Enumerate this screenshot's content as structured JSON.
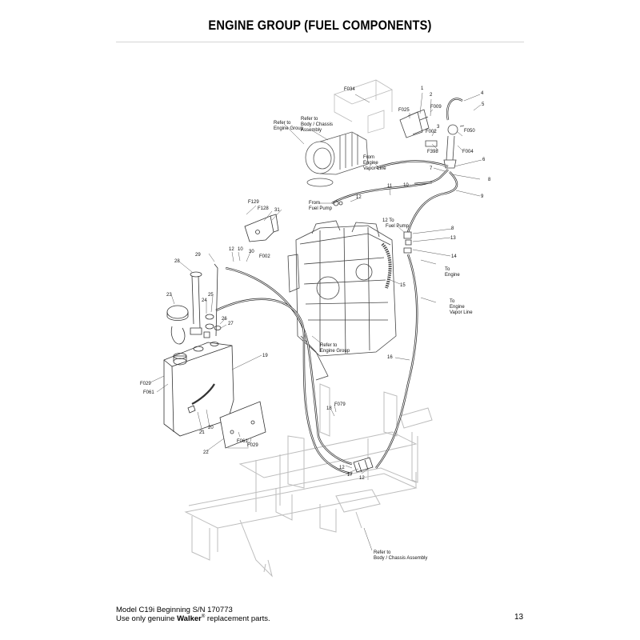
{
  "header": {
    "title": "ENGINE GROUP (FUEL COMPONENTS)"
  },
  "callouts": [
    {
      "id": "c-F034",
      "text": "F034"
    },
    {
      "id": "c-1",
      "text": "1"
    },
    {
      "id": "c-2",
      "text": "2"
    },
    {
      "id": "c-4",
      "text": "4"
    },
    {
      "id": "c-5",
      "text": "5"
    },
    {
      "id": "c-F025",
      "text": "F025"
    },
    {
      "id": "c-F009",
      "text": "F009"
    },
    {
      "id": "c-F002a",
      "text": "F002"
    },
    {
      "id": "c-3",
      "text": "3"
    },
    {
      "id": "c-F050",
      "text": "F050"
    },
    {
      "id": "c-F004",
      "text": "F004"
    },
    {
      "id": "c-F398",
      "text": "F398"
    },
    {
      "id": "c-6",
      "text": "6"
    },
    {
      "id": "c-7",
      "text": "7"
    },
    {
      "id": "c-8a",
      "text": "8"
    },
    {
      "id": "c-10a",
      "text": "10"
    },
    {
      "id": "c-11",
      "text": "11"
    },
    {
      "id": "c-9",
      "text": "9"
    },
    {
      "id": "c-12a",
      "text": "12"
    },
    {
      "id": "c-F129",
      "text": "F129"
    },
    {
      "id": "c-F128",
      "text": "F128"
    },
    {
      "id": "c-31",
      "text": "31"
    },
    {
      "id": "c-12b",
      "text": "12"
    },
    {
      "id": "c-10b",
      "text": "10"
    },
    {
      "id": "c-30",
      "text": "30"
    },
    {
      "id": "c-F002b",
      "text": "F002"
    },
    {
      "id": "c-29",
      "text": "29"
    },
    {
      "id": "c-28",
      "text": "28"
    },
    {
      "id": "c-8b",
      "text": "8"
    },
    {
      "id": "c-13",
      "text": "13"
    },
    {
      "id": "c-14",
      "text": "14"
    },
    {
      "id": "c-15",
      "text": "15"
    },
    {
      "id": "c-23",
      "text": "23"
    },
    {
      "id": "c-25",
      "text": "25"
    },
    {
      "id": "c-24",
      "text": "24"
    },
    {
      "id": "c-26",
      "text": "26"
    },
    {
      "id": "c-27",
      "text": "27"
    },
    {
      "id": "c-19",
      "text": "19"
    },
    {
      "id": "c-16",
      "text": "16"
    },
    {
      "id": "c-F029a",
      "text": "F029"
    },
    {
      "id": "c-F061a",
      "text": "F061"
    },
    {
      "id": "c-F079",
      "text": "F079"
    },
    {
      "id": "c-18",
      "text": "18"
    },
    {
      "id": "c-21",
      "text": "21"
    },
    {
      "id": "c-20",
      "text": "20"
    },
    {
      "id": "c-F061b",
      "text": "F061"
    },
    {
      "id": "c-F029b",
      "text": "F029"
    },
    {
      "id": "c-22",
      "text": "22"
    },
    {
      "id": "c-12c",
      "text": "12"
    },
    {
      "id": "c-17",
      "text": "17"
    },
    {
      "id": "c-12d",
      "text": "12"
    }
  ],
  "notes": {
    "refer_engine_group_1": [
      "Refer to",
      "Engine Group"
    ],
    "refer_body_chassis_1": [
      "Refer to",
      "Body / Chassis",
      "Assembly"
    ],
    "from_engine_vapor": [
      "From",
      "Engine",
      "Vapor Line"
    ],
    "from_fuel_pump": [
      "From",
      "Fuel Pump"
    ],
    "to_fuel_pump": [
      "12 To",
      "Fuel Pump"
    ],
    "to_engine": [
      "To",
      "Engine"
    ],
    "to_engine_vapor": [
      "To",
      "Engine",
      "Vapor Line"
    ],
    "refer_engine_group_2": [
      "Refer to",
      "Engine Group"
    ],
    "refer_body_chassis_2": [
      "Refer to",
      "Body / Chassis Assembly"
    ]
  },
  "footer": {
    "model_line": "Model C19i Beginning S/N 170773",
    "parts_prefix": "Use only genuine ",
    "brand": "Walker",
    "registered": "®",
    "parts_suffix": " replacement parts.",
    "page_number": "13"
  }
}
